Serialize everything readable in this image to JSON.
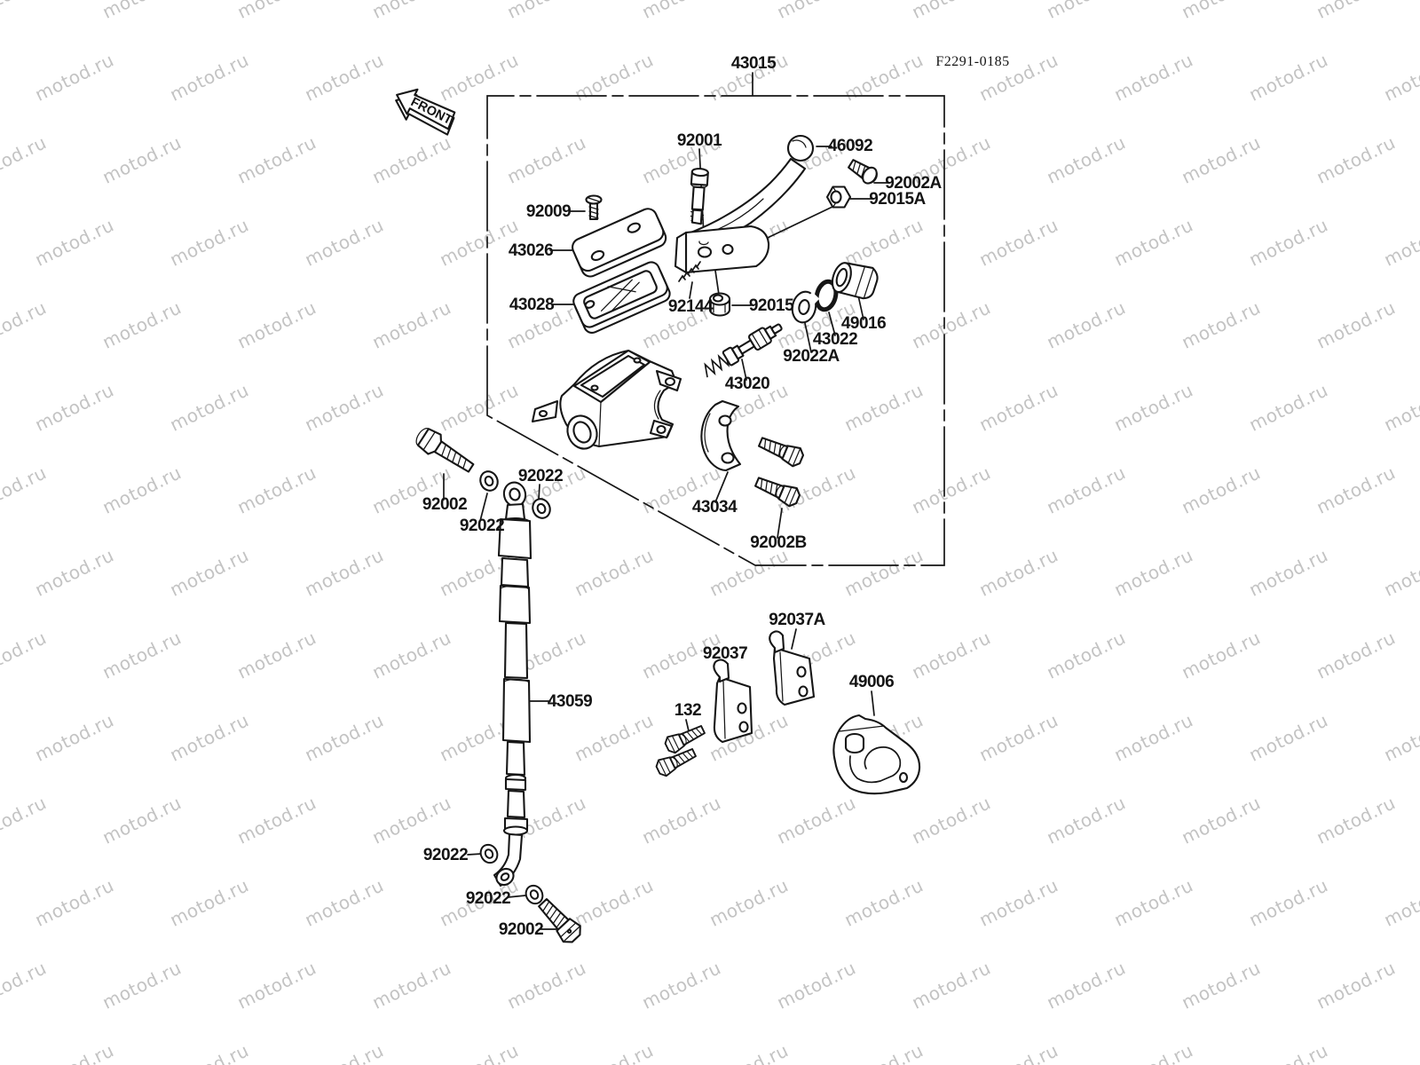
{
  "watermark": {
    "text": "motod.ru",
    "color": "#c3c3c3"
  },
  "header": {
    "assembly_label": "43015",
    "fiche_code": "F2291-0185",
    "front_marker": "FRONT"
  },
  "labels": {
    "p92001": "92001",
    "p46092": "46092",
    "p92002A": "92002A",
    "p92015A": "92015A",
    "p92009": "92009",
    "p43026": "43026",
    "p43028": "43028",
    "p92144": "92144",
    "p92015": "92015",
    "p49016": "49016",
    "p43022": "43022",
    "p92022A": "92022A",
    "p43020": "43020",
    "p92002_left": "92002",
    "p92022_upper_left": "92022",
    "p92022_upper_right": "92022",
    "p43034": "43034",
    "p92002B": "92002B",
    "p92037A": "92037A",
    "p92037": "92037",
    "p132": "132",
    "p49006": "49006",
    "p43059": "43059",
    "p92022_lower1": "92022",
    "p92022_lower2": "92022",
    "p92002_bottom": "92002"
  }
}
